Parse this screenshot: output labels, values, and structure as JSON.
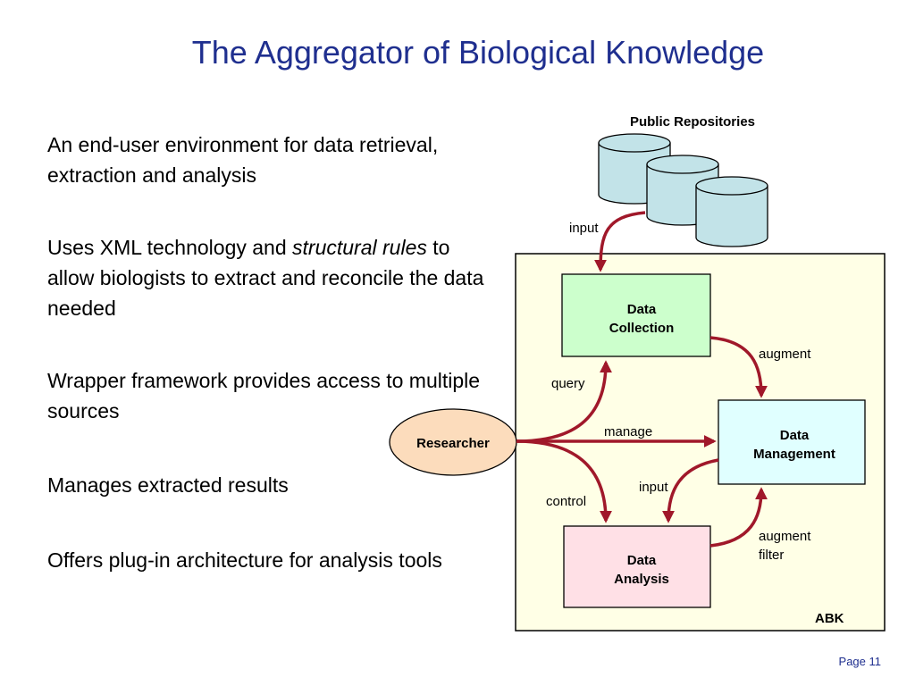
{
  "title": "The Aggregator of Biological Knowledge",
  "bullets": [
    {
      "text": "An end-user environment for data retrieval, extraction and analysis"
    },
    {
      "before": "Uses XML technology and ",
      "italic": "structural rules",
      "after": " to allow biologists to extract and reconcile the data needed"
    },
    {
      "text": "Wrapper framework provides access to multiple sources"
    },
    {
      "text": "Manages extracted results"
    },
    {
      "text": "Offers plug-in architecture for analysis tools"
    }
  ],
  "diagram": {
    "repositories_label": "Public Repositories",
    "input_top_label": "input",
    "data_collection": [
      "Data",
      "Collection"
    ],
    "data_management": [
      "Data",
      "Management"
    ],
    "data_analysis": [
      "Data",
      "Analysis"
    ],
    "researcher": "Researcher",
    "augment": "augment",
    "query": "query",
    "manage": "manage",
    "input_mid": "input",
    "control": "control",
    "augment_filter": [
      "augment",
      "filter"
    ],
    "abk": "ABK"
  },
  "footer": {
    "page": "Page 11"
  },
  "colors": {
    "title": "#1f2f8f",
    "arrow": "#a0182a",
    "cylinder": "#c2e3e8",
    "collection_box": "#ccffcc",
    "management_box": "#e0ffff",
    "analysis_box": "#ffe0e6",
    "researcher_ellipse": "#fcdcbc",
    "abk_box": "#ffffe6"
  }
}
